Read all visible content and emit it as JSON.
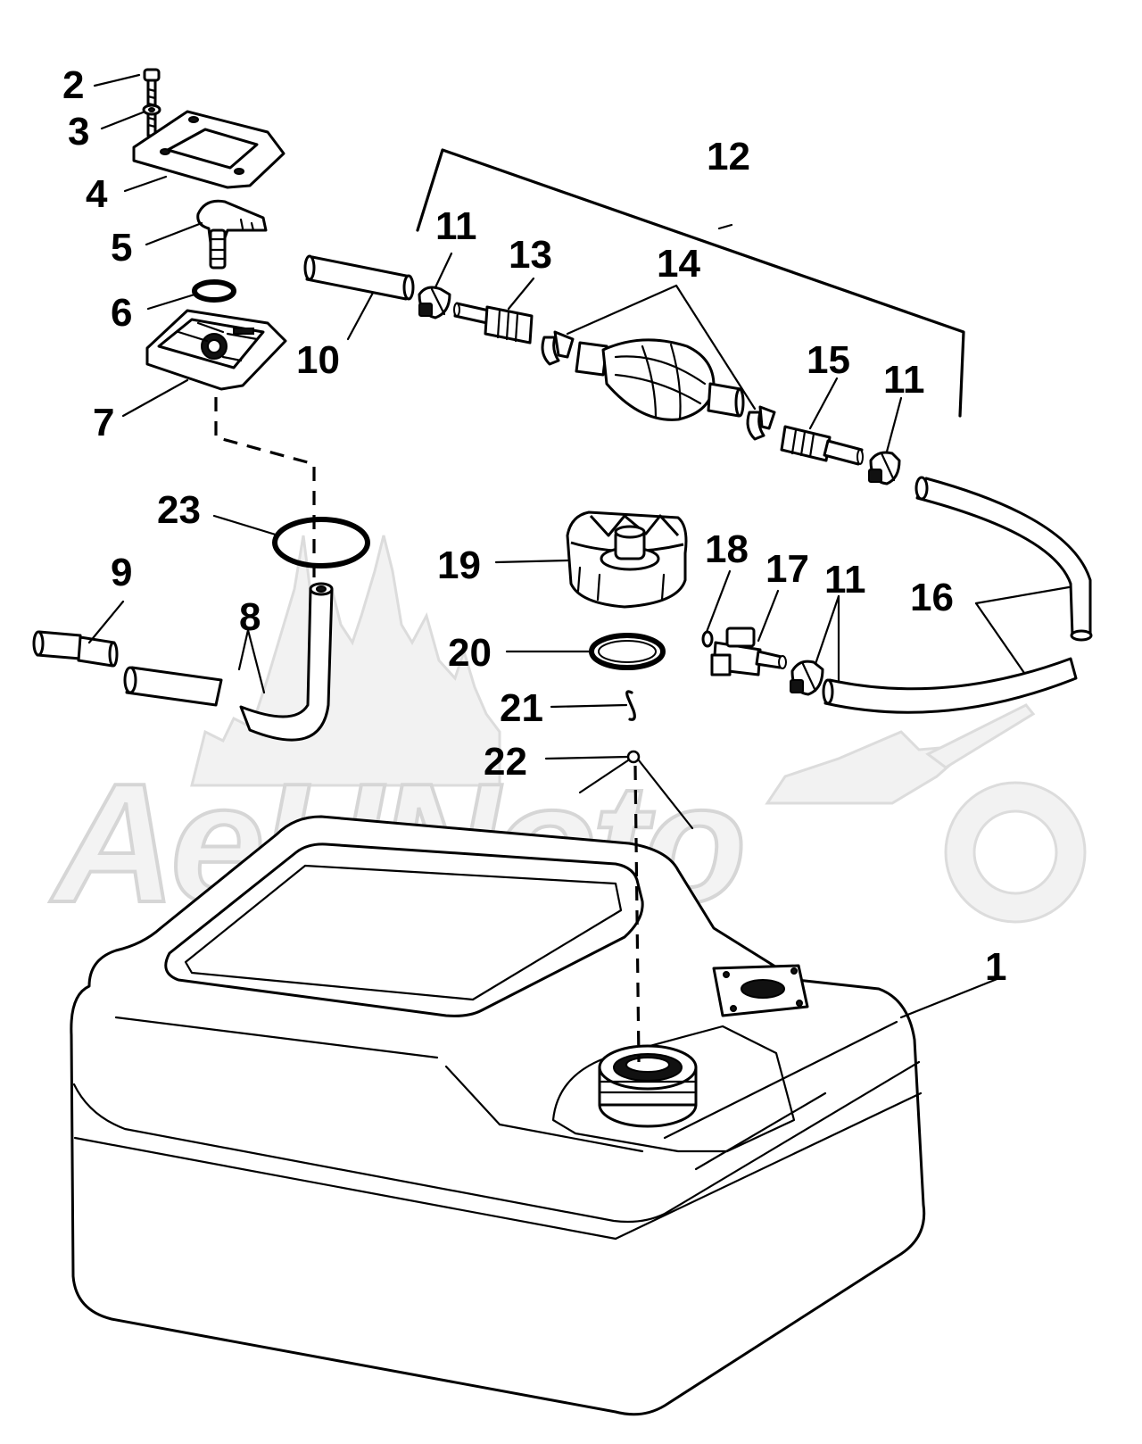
{
  "watermark": {
    "text": "AeHNoto"
  },
  "callouts": [
    {
      "id": "1",
      "text": "1"
    },
    {
      "id": "2",
      "text": "2"
    },
    {
      "id": "3",
      "text": "3"
    },
    {
      "id": "4",
      "text": "4"
    },
    {
      "id": "5",
      "text": "5"
    },
    {
      "id": "6",
      "text": "6"
    },
    {
      "id": "7",
      "text": "7"
    },
    {
      "id": "8",
      "text": "8"
    },
    {
      "id": "9",
      "text": "9"
    },
    {
      "id": "10",
      "text": "10"
    },
    {
      "id": "11a",
      "text": "11"
    },
    {
      "id": "11b",
      "text": "11"
    },
    {
      "id": "11c",
      "text": "11"
    },
    {
      "id": "12",
      "text": "12"
    },
    {
      "id": "13",
      "text": "13"
    },
    {
      "id": "14",
      "text": "14"
    },
    {
      "id": "15",
      "text": "15"
    },
    {
      "id": "16",
      "text": "16"
    },
    {
      "id": "17",
      "text": "17"
    },
    {
      "id": "18",
      "text": "18"
    },
    {
      "id": "19",
      "text": "19"
    },
    {
      "id": "20",
      "text": "20"
    },
    {
      "id": "21",
      "text": "21"
    },
    {
      "id": "22",
      "text": "22"
    },
    {
      "id": "23",
      "text": "23"
    }
  ]
}
